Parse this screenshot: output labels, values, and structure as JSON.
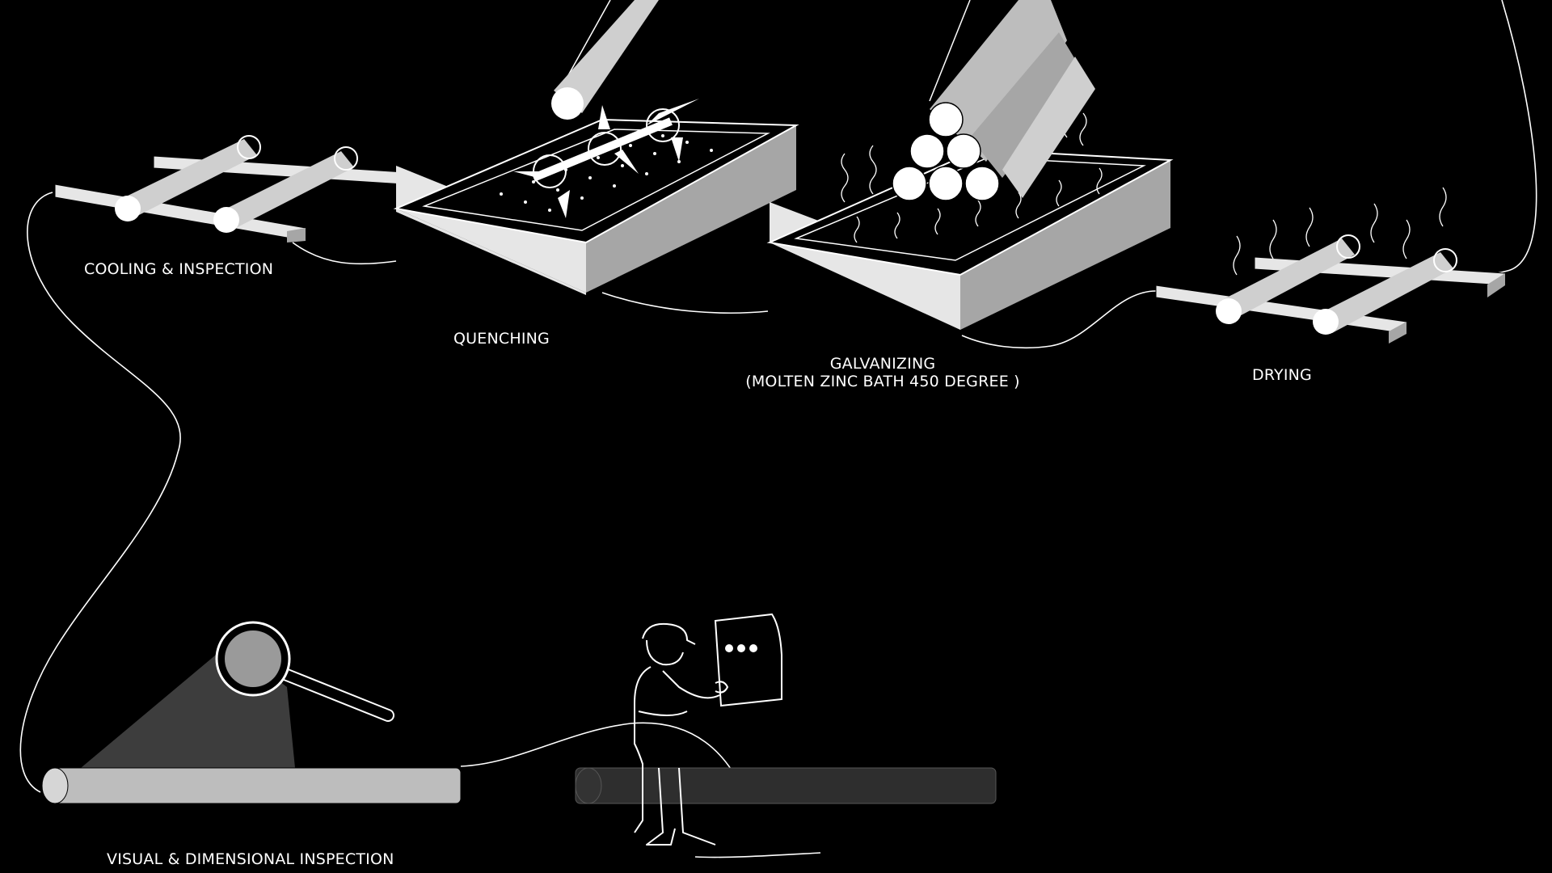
{
  "stages": {
    "cooling": {
      "label": "COOLING & INSPECTION"
    },
    "quenching": {
      "label": "QUENCHING"
    },
    "galvanizing": {
      "label_line1": "GALVANIZING",
      "label_line2": "(MOLTEN ZINC BATH 450 DEGREE )"
    },
    "drying": {
      "label": "DRYING"
    },
    "visual": {
      "label": "VISUAL & DIMENSIONAL INSPECTION"
    }
  },
  "colors": {
    "background": "#000000",
    "line": "#ffffff",
    "light": "#e6e6e6",
    "mid": "#bdbdbd",
    "dark": "#a6a6a6",
    "shadow": "#3d3d3d",
    "ghost": "#2e2e2e"
  },
  "icons": {
    "magnifier": "magnifier-icon",
    "worker": "worker-icon",
    "tablet": "tablet-icon"
  }
}
